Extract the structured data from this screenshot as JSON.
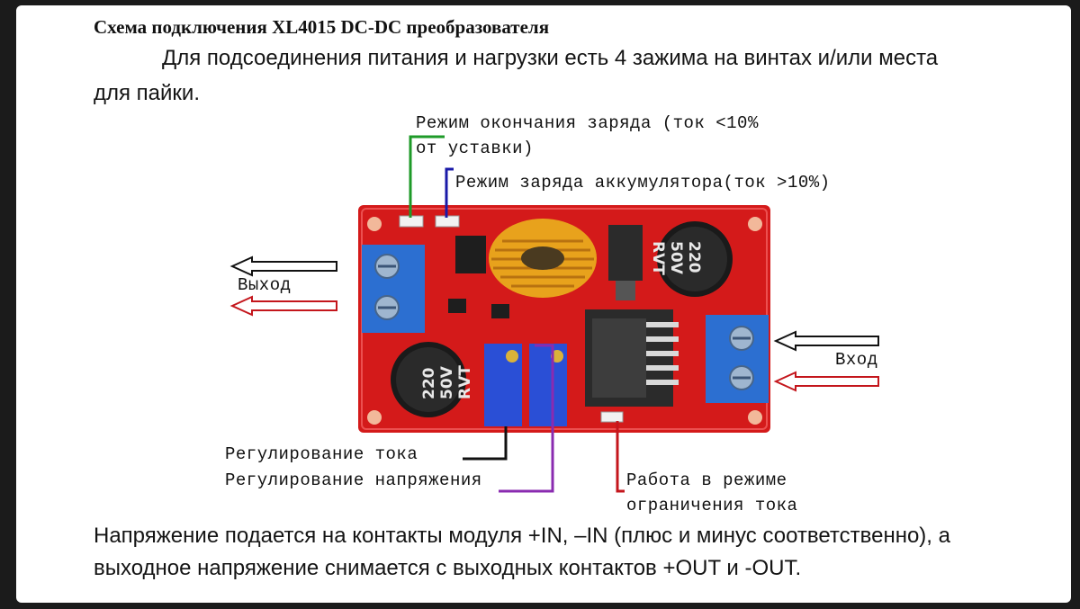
{
  "document": {
    "title": "Схема подключения XL4015 DC-DC преобразователя",
    "intro_line1": "Для подсоединения питания и нагрузки есть 4 зажима на винтах и/или места",
    "intro_line2": "для пайки.",
    "footer_line1": "Напряжение подается на контакты модуля +IN, –IN (плюс и минус соответственно), а",
    "footer_line2": "выходное напряжение снимается с выходных контактов +OUT и -OUT."
  },
  "diagram": {
    "label_charge_end_1": "Режим окончания заряда (ток <10%",
    "label_charge_end_2": "от уставки)",
    "label_charging": "Режим заряда аккумулятора(ток >10%)",
    "label_output": "Выход",
    "label_input": "Вход",
    "label_current_adjust": "Регулирование тока",
    "label_voltage_adjust": "Регулирование напряжения",
    "label_current_limit_1": "Работа в режиме",
    "label_current_limit_2": "ограничения тока",
    "capacitor_value": "220",
    "capacitor_voltage": "50V",
    "capacitor_brand": "RVT",
    "colors": {
      "board": "#d41a1a",
      "terminal": "#2c6fd1",
      "green_line": "#1e9a28",
      "blue_line": "#1a1aa8",
      "purple_line": "#8a2bb0",
      "red_line": "#c4161c"
    }
  }
}
